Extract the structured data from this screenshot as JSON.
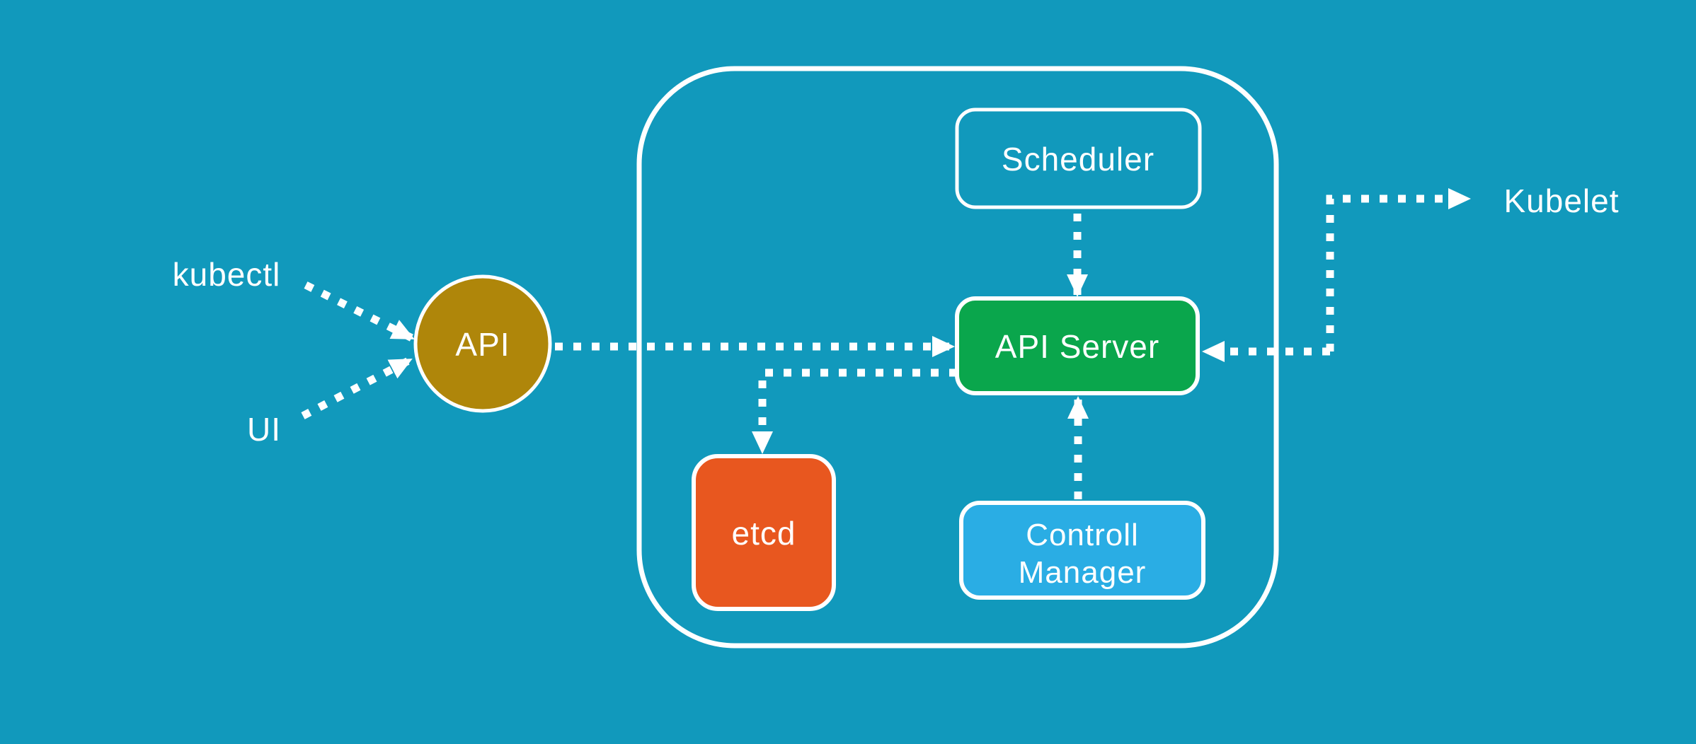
{
  "canvas": {
    "background_color": "#1199BC",
    "line_color": "#FFFFFF",
    "description": "Kubernetes control plane architecture diagram"
  },
  "labels": {
    "kubectl": "kubectl",
    "ui": "UI",
    "kubelet": "Kubelet"
  },
  "nodes": {
    "api_gateway": {
      "label": "API",
      "fill": "#AF860A",
      "shape": "circle"
    },
    "scheduler": {
      "label": "Scheduler",
      "fill": "none",
      "shape": "rounded-rect"
    },
    "api_server": {
      "label": "API Server",
      "fill": "#0AA64C",
      "shape": "rounded-rect"
    },
    "etcd": {
      "label": "etcd",
      "fill": "#E8571F",
      "shape": "rounded-rect"
    },
    "control_manager": {
      "label": "Controll Manager",
      "label_line1": "Controll",
      "label_line2": "Manager",
      "fill": "#2AADE4",
      "shape": "rounded-rect"
    }
  },
  "edges": [
    {
      "from": "kubectl",
      "to": "API",
      "style": "dotted-arrow"
    },
    {
      "from": "UI",
      "to": "API",
      "style": "dotted-arrow"
    },
    {
      "from": "API",
      "to": "API Server",
      "style": "dotted-arrow"
    },
    {
      "from": "Scheduler",
      "to": "API Server",
      "style": "dotted-arrow"
    },
    {
      "from": "Controll Manager",
      "to": "API Server",
      "style": "dotted-arrow"
    },
    {
      "from": "API Server",
      "to": "etcd",
      "style": "dotted-arrow"
    },
    {
      "from": "API Server",
      "to": "Kubelet",
      "style": "dotted-arrow"
    },
    {
      "from": "Kubelet",
      "to": "API Server",
      "style": "dotted-arrow"
    }
  ]
}
